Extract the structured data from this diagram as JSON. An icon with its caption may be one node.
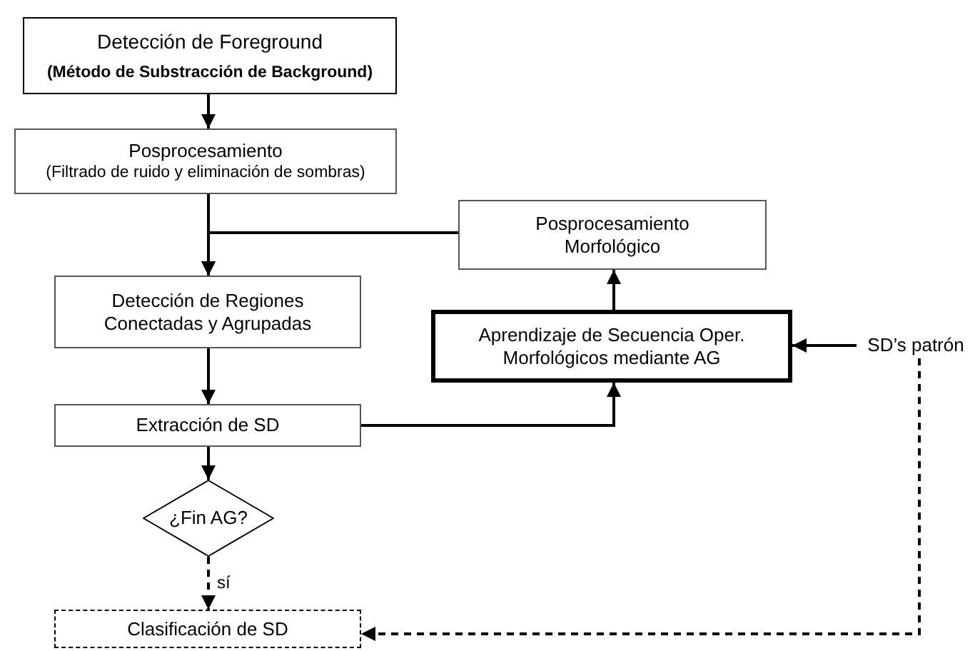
{
  "diagram": {
    "nodes": [
      {
        "text": [
          "Detección de Foreground",
          "(Método de Substracción de Background)"
        ]
      },
      {
        "text": [
          "Posprocesamiento",
          "(Filtrado de ruido y eliminación de sombras)"
        ]
      },
      {
        "text": [
          "Detección de Regiones Conectadas y Agrupadas"
        ]
      },
      {
        "text": [
          "Posprocesamiento Morfológico"
        ]
      },
      {
        "text": [
          "Aprendizaje de Secuencia Oper. Morfológicos mediante AG"
        ]
      },
      {
        "text": [
          "SD’s patrón"
        ]
      },
      {
        "text": [
          "Extracción de SD"
        ]
      },
      {
        "text": [
          "¿Fin AG?"
        ]
      },
      {
        "text": [
          "Clasificación de SD"
        ]
      }
    ],
    "edges": [
      {
        "from": 0,
        "to": 1,
        "arrow": "to"
      },
      {
        "from": 1,
        "to": 2,
        "arrow": "to"
      },
      {
        "from": 3,
        "to": 2,
        "arrow": "to"
      },
      {
        "from": 4,
        "to": 3,
        "arrow": "to"
      },
      {
        "from": 5,
        "to": 4,
        "arrow": "to"
      },
      {
        "from": 2,
        "to": 6,
        "arrow": "to"
      },
      {
        "from": 6,
        "to": 4,
        "arrow": "to"
      },
      {
        "from": 6,
        "to": 7,
        "arrow": "to"
      },
      {
        "from": 7,
        "to": 8,
        "arrow": "to",
        "label": "sí",
        "style": "dashed"
      },
      {
        "from": 5,
        "to": 8,
        "arrow": "to",
        "style": "dashed"
      }
    ]
  }
}
